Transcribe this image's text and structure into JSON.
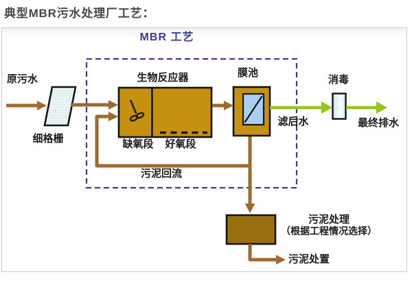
{
  "page": {
    "title": "典型MBR污水处理厂工艺："
  },
  "diagram": {
    "mbr_box_label": "MBR 工艺",
    "labels": {
      "raw_water": "原污水",
      "fine_screen": "细格栅",
      "bioreactor": "生物反应器",
      "anoxic_stage": "缺氧段",
      "aerobic_stage": "好氧段",
      "membrane_tank": "膜池",
      "filtered_water": "滤后水",
      "disinfection": "消毒",
      "final_discharge": "最终排水",
      "sludge_return": "污泥回流",
      "sludge_treatment": "污泥处理",
      "sludge_treatment_note": "（根据工程情况选择）",
      "sludge_disposal": "污泥处置"
    },
    "colors": {
      "tank_gold": "#c79110",
      "sludge_brown": "#9a6f10",
      "flow_brown": "#9e6a2f",
      "water_green": "#94c520",
      "mbr_blue": "#3a3a94",
      "membrane_blue": "#a9cef2"
    }
  }
}
